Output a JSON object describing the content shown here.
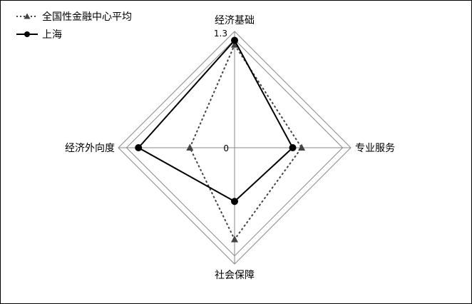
{
  "chart_data": {
    "type": "radar",
    "axes": [
      "经济基础",
      "专业服务",
      "社会保障",
      "经济外向度"
    ],
    "r_ticks": [
      "0",
      "1.3"
    ],
    "rlim": [
      -1.3,
      1.3
    ],
    "grid": true,
    "legend": "top-left",
    "series": [
      {
        "name": "全国性金融中心平均",
        "values": [
          1.0,
          0.2,
          0.75,
          -0.3
        ],
        "style": "dotted",
        "marker": "triangle",
        "color": "#444444"
      },
      {
        "name": "上海",
        "values": [
          1.1,
          0.0,
          -0.1,
          0.85
        ],
        "style": "solid",
        "marker": "circle",
        "color": "#000000"
      }
    ]
  }
}
